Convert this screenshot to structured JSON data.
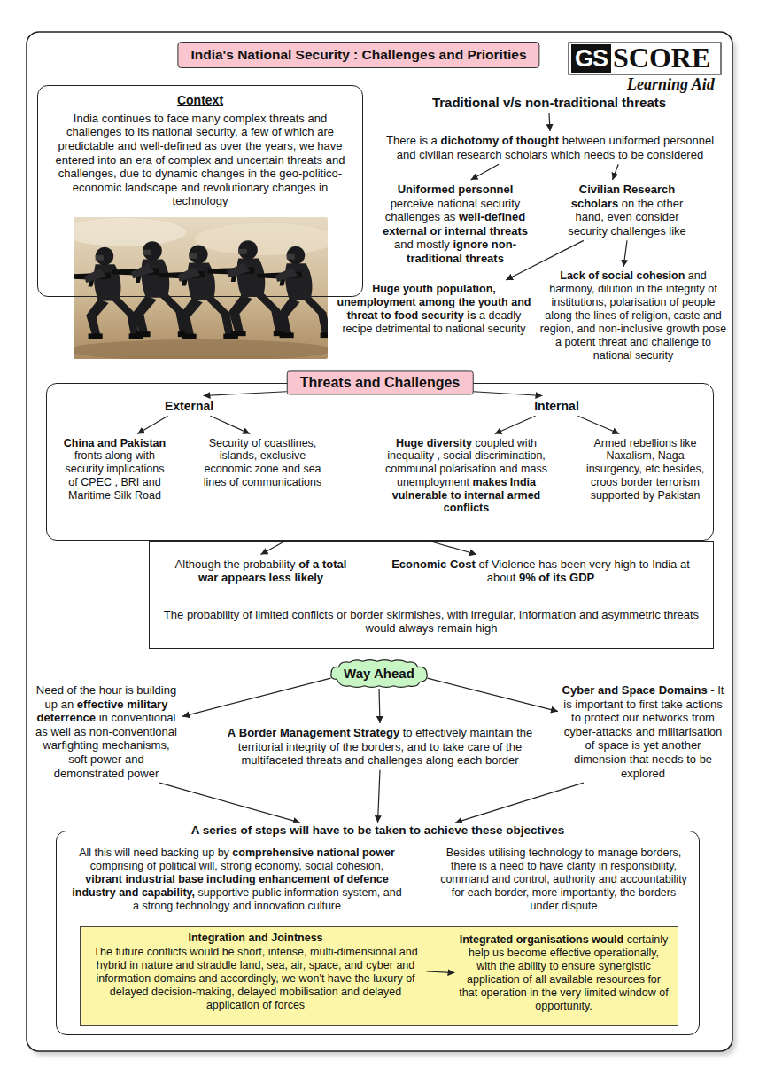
{
  "diagram": {
    "title": "India's National Security : Challenges and Priorities",
    "nodes": [
      {
        "text": [
          "Context",
          "India continues to face many complex threats and challenges to its national security, a few of which are predictable and well-defined as over the years, we have entered into an era of complex and uncertain threats and challenges, due to dynamic changes in the geo-politico-economic landscape and revolutionary changes in technology"
        ]
      },
      {
        "text": [
          "Traditional v/s non-traditional threats"
        ]
      },
      {
        "text": [
          "There is a dichotomy of thought between uniformed personnel and civilian research scholars which needs to be considered"
        ]
      },
      {
        "text": [
          "Uniformed personnel perceive national security challenges as well-defined external or internal threats and mostly ignore non-traditional threats"
        ]
      },
      {
        "text": [
          "Civilian Research scholars on the other hand, even consider security challenges like"
        ]
      },
      {
        "text": [
          "Lack of social cohesion and harmony, dilution in the integrity of institutions, polarisation of people along the lines of religion, caste and region, and non-inclusive growth pose a potent threat and challenge to national security"
        ]
      },
      {
        "text": [
          "Huge youth population, unemployment among the youth and threat to food security is a deadly recipe detrimental to national security"
        ]
      },
      {
        "text": [
          "Threats and Challenges"
        ]
      },
      {
        "text": [
          "External"
        ],
        "in": 7
      },
      {
        "text": [
          "Internal"
        ],
        "in": 7
      },
      {
        "text": [
          "China and Pakistan fronts along with security implications of CPEC , BRI and Maritime Silk Road"
        ],
        "in": 7
      },
      {
        "text": [
          "Security of coastlines, islands, exclusive economic zone and sea lines of communications"
        ],
        "in": 7
      },
      {
        "text": [
          "Huge diversity coupled with inequality , social discrimination, communal polarisation and mass unemployment makes India vulnerable to internal armed conflicts"
        ],
        "in": 7
      },
      {
        "text": [
          "Armed rebellions like Naxalism, Naga insurgency, etc besides, croos border terrorism supported by Pakistan"
        ],
        "in": 7
      },
      {
        "text": [
          "The probability of limited conflicts or border skirmishes, with irregular, information and asymmetric threats would always remain high"
        ]
      },
      {
        "text": [
          "Although the probability of a total war appears less likely"
        ],
        "in": 14
      },
      {
        "text": [
          "Economic Cost of Violence has been very high to India at about 9% of its GDP"
        ],
        "in": 14
      },
      {
        "text": [
          "Way Ahead"
        ]
      },
      {
        "text": [
          "Need of the hour is building up an effective military deterrence in conventional as well as non-conventional warfighting mechanisms, soft power and demonstrated power"
        ]
      },
      {
        "text": [
          "A Border Management Strategy to effectively maintain the territorial integrity of the borders, and to take care of the multifaceted threats and challenges along each border"
        ]
      },
      {
        "text": [
          "Cyber and Space Domains - It is important to first take actions to protect our networks from cyber-attacks and militarisation of space is yet another dimension that needs to be explored"
        ]
      },
      {
        "text": [
          "A series of steps will have to be taken to achieve these objectives"
        ]
      },
      {
        "text": [
          "All this will need backing up by comprehensive national power comprising of political will, strong economy, social cohesion, vibrant industrial base including enhancement of defence industry and capability, supportive public information system, and a strong technology and innovation culture"
        ],
        "in": 21
      },
      {
        "text": [
          "Besides utilising technology to manage borders, there is a need to have clarity in responsibility, command and control, authority and accountability for each border, more importantly, the borders under dispute"
        ],
        "in": 21
      },
      {
        "text": [],
        "in": 21
      },
      {
        "text": [
          "Integration and Jointness",
          "The future conflicts would be short, intense, multi-dimensional and hybrid in nature and straddle land, sea, air, space, and cyber and information domains and accordingly, we won't have the luxury of delayed decision-making, delayed mobilisation and delayed application of forces"
        ],
        "in": 24
      },
      {
        "text": [
          "Integrated organisations would certainly help us become effective operationally, with the ability to ensure synergistic application of all available resources for that operation in the very limited window of opportunity."
        ],
        "in": 24
      }
    ],
    "edges": [
      {
        "from": 1,
        "to": 2,
        "arrow": "to"
      },
      {
        "from": 2,
        "to": 3,
        "arrow": "to"
      },
      {
        "from": 2,
        "to": 4,
        "arrow": "to"
      },
      {
        "from": 4,
        "to": 5,
        "arrow": "to"
      },
      {
        "from": 4,
        "to": 6,
        "arrow": "to"
      },
      {
        "from": 7,
        "to": 8,
        "arrow": "to"
      },
      {
        "from": 7,
        "to": 9,
        "arrow": "to"
      },
      {
        "from": 8,
        "to": 10,
        "arrow": "to"
      },
      {
        "from": 8,
        "to": 11,
        "arrow": "to"
      },
      {
        "from": 9,
        "to": 12,
        "arrow": "to"
      },
      {
        "from": 9,
        "to": 13,
        "arrow": "to"
      },
      {
        "from": 7,
        "to": 15,
        "arrow": "to"
      },
      {
        "from": 7,
        "to": 16,
        "arrow": "to"
      },
      {
        "from": 17,
        "to": 18,
        "arrow": "to"
      },
      {
        "from": 17,
        "to": 19,
        "arrow": "to"
      },
      {
        "from": 17,
        "to": 20,
        "arrow": "to"
      },
      {
        "from": 18,
        "to": 21,
        "arrow": "to"
      },
      {
        "from": 19,
        "to": 21,
        "arrow": "to"
      },
      {
        "from": 20,
        "to": 21,
        "arrow": "to"
      },
      {
        "from": 25,
        "to": 26,
        "arrow": "to"
      }
    ],
    "labels": [
      "GS",
      "SCORE",
      "Learning Aid"
    ]
  }
}
